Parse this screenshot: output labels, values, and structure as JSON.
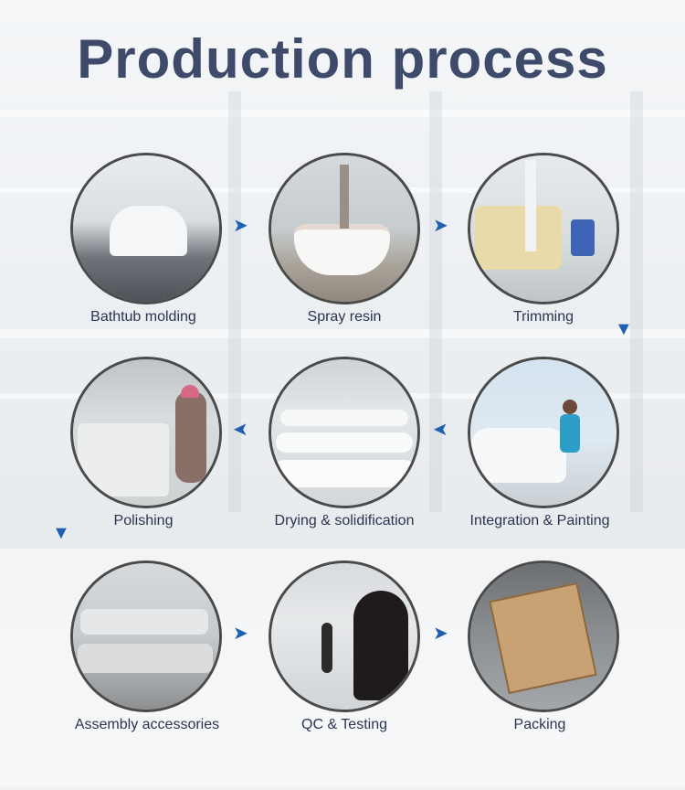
{
  "title": "Production process",
  "steps": [
    {
      "label": "Bathtub molding",
      "icon": "bathtub-molding-photo"
    },
    {
      "label": "Spray resin",
      "icon": "spray-resin-photo"
    },
    {
      "label": "Trimming",
      "icon": "trimming-photo"
    },
    {
      "label": "Integration & Painting",
      "icon": "painting-photo"
    },
    {
      "label": "Drying & solidification",
      "icon": "drying-photo"
    },
    {
      "label": "Polishing",
      "icon": "polishing-photo"
    },
    {
      "label": "Assembly accessories",
      "icon": "assembly-photo"
    },
    {
      "label": "QC & Testing",
      "icon": "qc-photo"
    },
    {
      "label": "Packing",
      "icon": "packing-photo"
    }
  ],
  "colors": {
    "title": "#3d4a6a",
    "arrow": "#1f5fb0",
    "label": "#2a3550"
  }
}
